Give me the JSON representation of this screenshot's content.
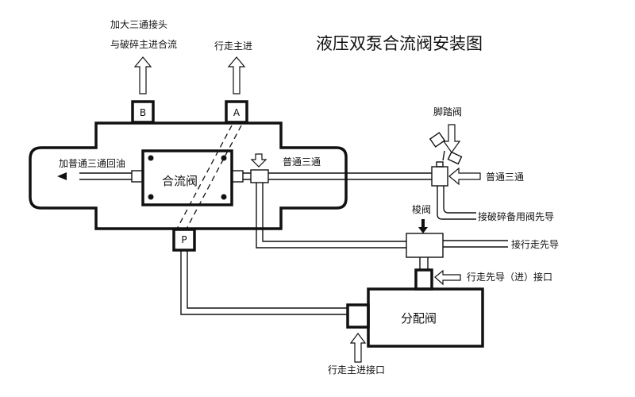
{
  "title": "液压双泵合流阀安装图",
  "labels": {
    "top_b_line1": "加大三通接头",
    "top_b_line2": "与破碎主进合流",
    "top_a": "行走主进",
    "left_return": "加普通三通回油",
    "combiner_valve": "合流阀",
    "tee_right": "普通三通",
    "foot_valve": "脚踏阀",
    "tee_far_right": "普通三通",
    "breaker_pilot": "接破碎备用阀先导",
    "shuttle_valve": "梭阀",
    "travel_pilot": "接行走先导",
    "travel_pilot_inlet": "行走先导（进）接口",
    "distribution_valve": "分配阀",
    "travel_main_inlet": "行走主进接口"
  },
  "ports": {
    "b": "B",
    "a": "A",
    "p": "P"
  }
}
